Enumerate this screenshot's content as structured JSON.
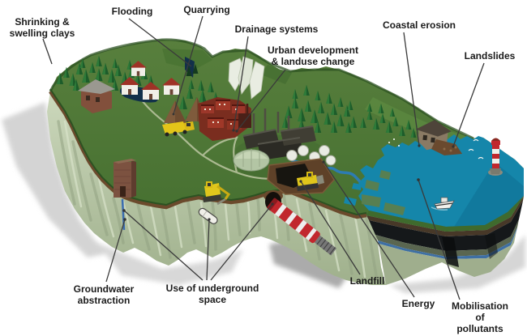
{
  "diagram": {
    "type": "3d-block-landscape-geohazards-illustration",
    "background": "#ffffff"
  },
  "labels": [
    {
      "id": "shrinking-swelling-clays",
      "text": "Shrinking &\nswelling clays",
      "points_to": "clay ground at left cliff edge"
    },
    {
      "id": "flooding",
      "text": "Flooding",
      "points_to": "flooded valley beside village"
    },
    {
      "id": "quarrying",
      "text": "Quarrying",
      "points_to": "quarry spoil cones and dump truck"
    },
    {
      "id": "drainage-systems",
      "text": "Drainage systems",
      "points_to": "town drainage"
    },
    {
      "id": "urban-development",
      "text": "Urban development\n& landuse change",
      "points_to": "industrial town area"
    },
    {
      "id": "coastal-erosion",
      "text": "Coastal erosion",
      "points_to": "eroding coastline"
    },
    {
      "id": "landslides",
      "text": "Landslides",
      "points_to": "collapsing cliff-top house debris"
    },
    {
      "id": "groundwater-abstraction",
      "text": "Groundwater\nabstraction",
      "points_to": "borehole pipe in cliff face"
    },
    {
      "id": "use-of-underground-space",
      "text": "Use of underground\nspace",
      "points_to": "tunnels, storage capsule and boring machine"
    },
    {
      "id": "landfill",
      "text": "Landfill",
      "points_to": "landfill pit with bulldozer"
    },
    {
      "id": "energy",
      "text": "Energy",
      "points_to": "fuel storage tanks at works"
    },
    {
      "id": "mobilisation-of-pollutants",
      "text": "Mobilisation of\npollutants",
      "points_to": "pollutants dispersing into the sea"
    }
  ],
  "scene": {
    "features": [
      "conifer-woodland",
      "village-houses",
      "flood-pond",
      "brick-house",
      "quarry-faces",
      "spoil-cones",
      "dump-truck",
      "terraced-town",
      "factory-works",
      "gasholder-dome",
      "white-storage-tanks",
      "river",
      "roads",
      "landfill-pit",
      "bulldozer",
      "excavator",
      "pump-house-tower",
      "borehole-pipe",
      "underground-storage-capsule",
      "tunnel-boring-machine",
      "tunnel-portal",
      "collapsing-house",
      "landslide-debris",
      "lighthouse",
      "boat",
      "gulls",
      "sea",
      "pale-cliff-faces",
      "dark-rock-strata",
      "cast-shadows"
    ]
  },
  "colors": {
    "label_text": "#1b1b1b",
    "leader_line": "#3a3a3a",
    "grass": "#4e7a37",
    "grass_dark": "#2c5222",
    "cliff_pale": "#b9c7aa",
    "soil_band": "#6b4a2c",
    "sea": "#1586aa",
    "strata_black": "#15181a",
    "strata_blue": "#3e6fa3",
    "shadow": "#d4d4d4",
    "machine_red": "#c1272d",
    "vehicle_yellow": "#e0c61c",
    "roof_red": "#9e3226",
    "lighthouse_red": "#c1272d"
  }
}
